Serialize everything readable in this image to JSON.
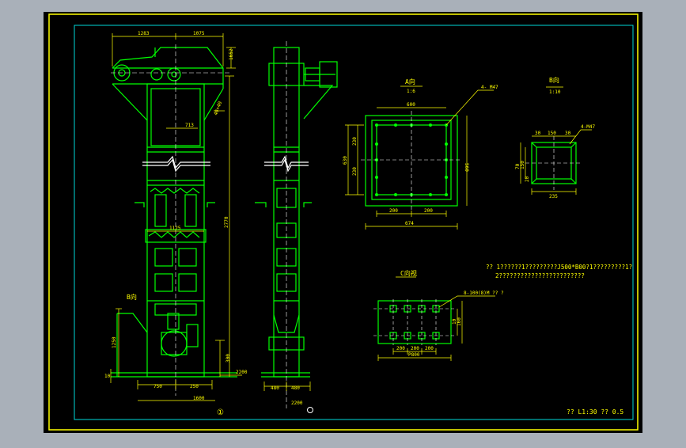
{
  "colors": {
    "app_background": "#a9b0b9",
    "canvas": "#000000",
    "outer_frame": "#ffff00",
    "inner_frame": "#00d8d8",
    "structure": "#00ff00",
    "dimension": "#ffff00",
    "centerline": "#ffffff"
  },
  "front_view": {
    "dims_top": [
      "1283",
      "1075"
    ],
    "dim_right_top": "1652",
    "dim_height": "2770",
    "dim_inner_width": "713",
    "dim_mid_width": "1125",
    "dim_bottom_left": "750",
    "dim_bottom_right": "250",
    "dim_base": "1600",
    "dim_left_low": "1250",
    "dim_lower_right": "300",
    "dim_base_left": "10",
    "dim_floor": "2200",
    "section_mark": "B向",
    "marker": "①",
    "label_shaft": "40×40"
  },
  "side_view": {
    "dims_bottom": [
      "480",
      "480"
    ],
    "dim_floor": "2200"
  },
  "section_a": {
    "title": "A向",
    "scale": "1:6",
    "callout": "4- M47",
    "dims_left": [
      "630",
      "230",
      "230"
    ],
    "dims_bottom": [
      "200",
      "200"
    ],
    "dim_overall": "674",
    "dim_right": "560",
    "dim_top": "600"
  },
  "section_b": {
    "title": "B向",
    "scale": "1:10",
    "callout": "4-M47",
    "dims_top": [
      "30",
      "150",
      "30"
    ],
    "dims_left": [
      "70",
      "150",
      "20"
    ],
    "dim_bottom": "235"
  },
  "section_c": {
    "title": "C向视",
    "callout": "8-100(8)M ?? ?",
    "dims_bottom": [
      "200",
      "200",
      "200"
    ],
    "dim_overall": "P800",
    "dims_right": [
      "10",
      "160"
    ]
  },
  "notes": {
    "line1": "?? 1??????1?????????J500*B00?1?????????1?",
    "line2": "2????????????????????????"
  },
  "title_block": {
    "text": "?? L1:30 ?? 0.5"
  }
}
